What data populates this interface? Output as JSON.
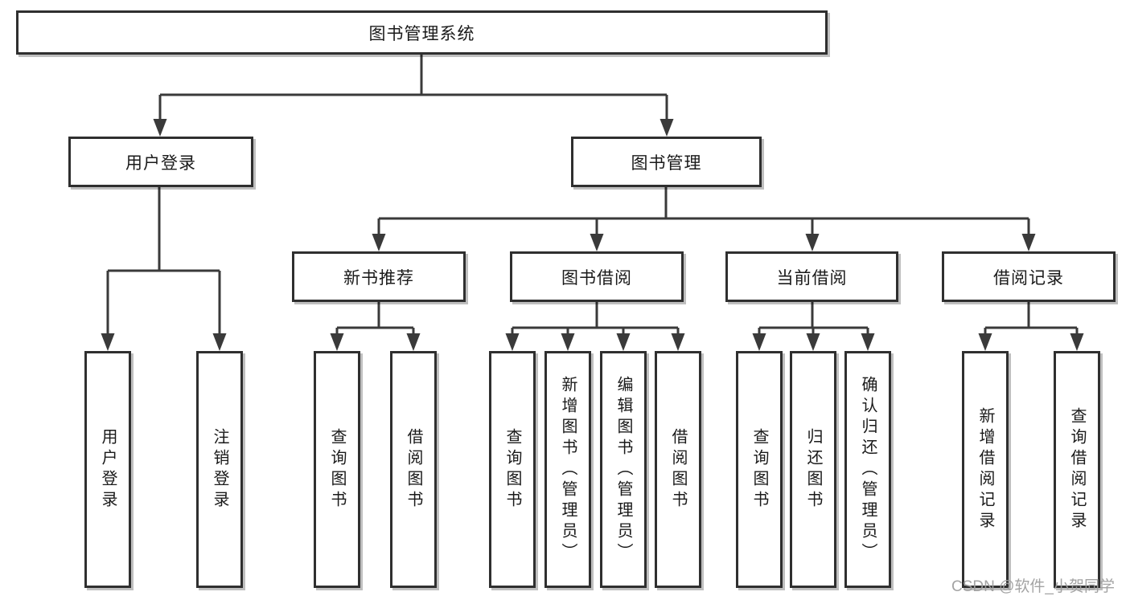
{
  "tree": {
    "root": "图书管理系统",
    "children": [
      {
        "label": "用户登录",
        "leaves": [
          "用户登录",
          "注销登录"
        ]
      },
      {
        "label": "图书管理",
        "children": [
          {
            "label": "新书推荐",
            "leaves": [
              "查询图书",
              "借阅图书"
            ]
          },
          {
            "label": "图书借阅",
            "leaves": [
              "查询图书",
              "新增图书（管理员）",
              "编辑图书（管理员）",
              "借阅图书"
            ]
          },
          {
            "label": "当前借阅",
            "leaves": [
              "查询图书",
              "归还图书",
              "确认归还（管理员）"
            ]
          },
          {
            "label": "借阅记录",
            "leaves": [
              "新增借阅记录",
              "查询借阅记录"
            ]
          }
        ]
      }
    ]
  },
  "watermark": "CSDN @软件_小贺同学",
  "colors": {
    "line": "#3a3a3a",
    "border": "#2f2f2f",
    "text": "#1a1a1a",
    "watermark": "#9e9e9e"
  }
}
